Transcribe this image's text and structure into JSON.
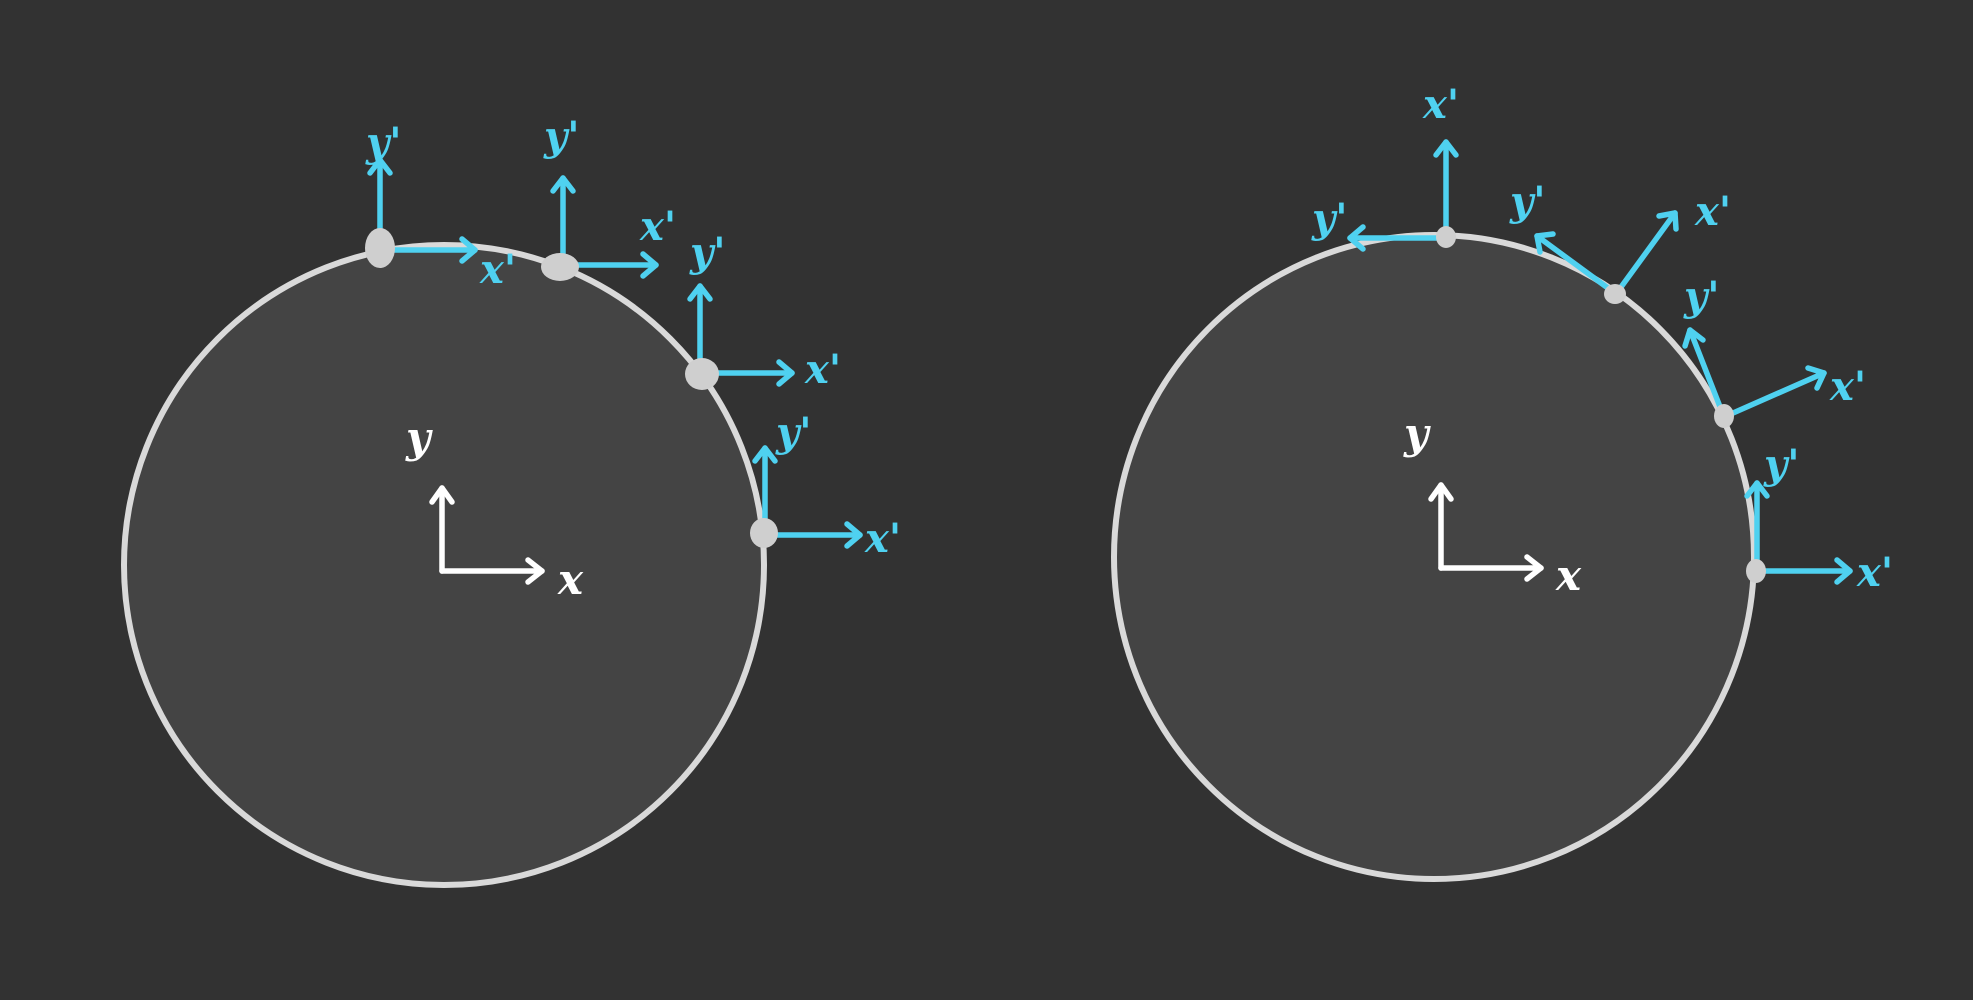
{
  "colors": {
    "background": "#323232",
    "disc_fill": "#444444",
    "disc_stroke": "#d9d9d9",
    "frame_axis": "#4fd1f0",
    "world_axis": "#ffffff",
    "contact_point": "#cfcfcf"
  },
  "panels": [
    {
      "world_frame": {
        "x_label": "x",
        "y_label": "y"
      },
      "points": [
        {
          "x_label": "x'",
          "y_label": "y'"
        },
        {
          "x_label": "x'",
          "y_label": "y'"
        },
        {
          "x_label": "x'",
          "y_label": "y'"
        },
        {
          "x_label": "x'",
          "y_label": "y'"
        }
      ]
    },
    {
      "world_frame": {
        "x_label": "x",
        "y_label": "y"
      },
      "points": [
        {
          "x_label": "x'",
          "y_label": "y'"
        },
        {
          "x_label": "x'",
          "y_label": "y'"
        },
        {
          "x_label": "x'",
          "y_label": "y'"
        },
        {
          "x_label": "x'",
          "y_label": "y'"
        }
      ]
    }
  ]
}
